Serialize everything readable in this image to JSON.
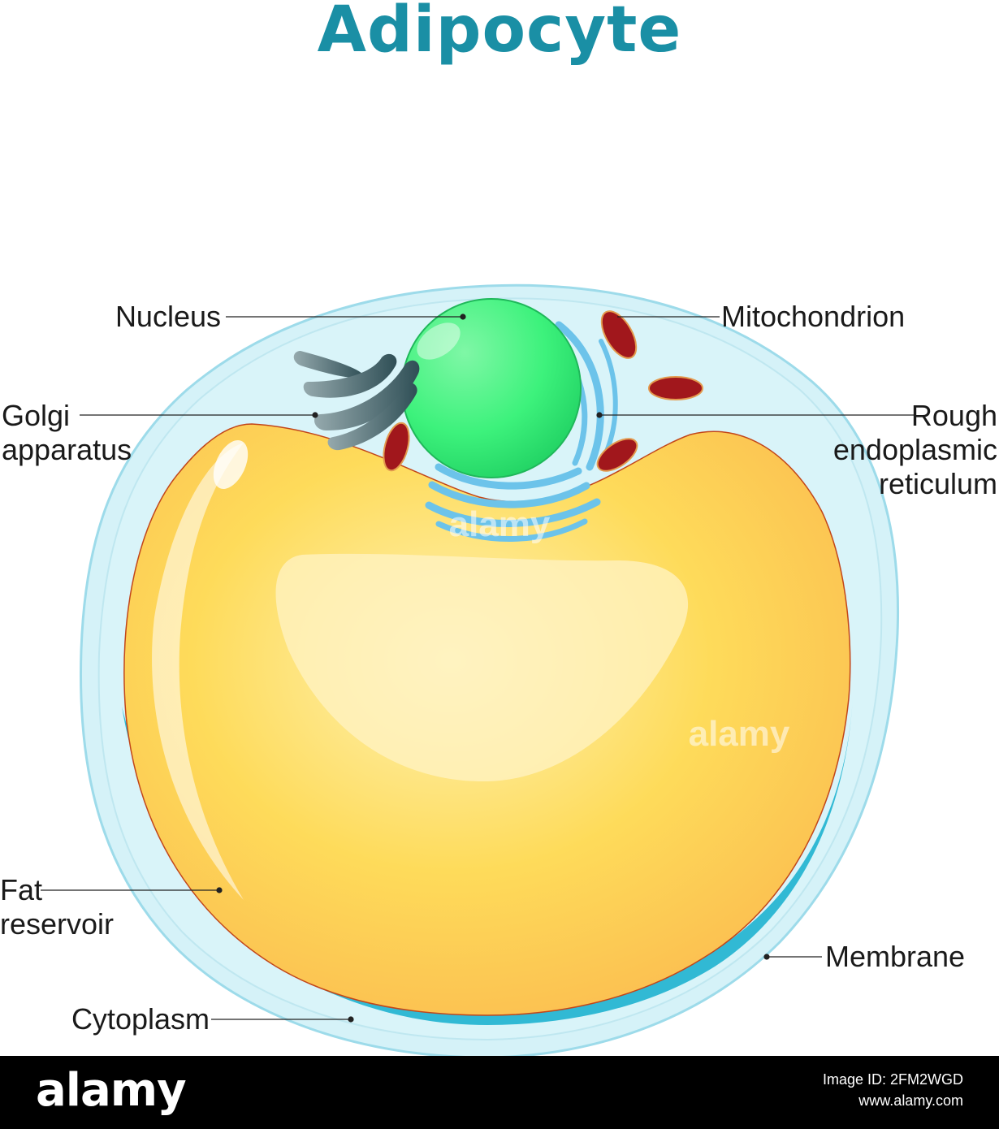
{
  "title": "Adipocyte",
  "labels": {
    "nucleus": "Nucleus",
    "mitochondrion": "Mitochondrion",
    "golgi_line1": "Golgi",
    "golgi_line2": "apparatus",
    "rer_line1": "Rough",
    "rer_line2": "endoplasmic",
    "rer_line3": "reticulum",
    "fat_line1": "Fat",
    "fat_line2": "reservoir",
    "membrane": "Membrane",
    "cytoplasm": "Cytoplasm"
  },
  "watermark": "alamy",
  "footer": {
    "brand": "alamy",
    "image_id": "Image ID: 2FM2WGD",
    "site": "www.alamy.com"
  },
  "colors": {
    "title": "#1a8fa5",
    "membrane": "#31b9d4",
    "cytoplasm": "#d8f3f9",
    "fat": "#fcc94c",
    "nucleus": "#3df27c",
    "er": "#6cc3ea",
    "golgi": "#3e5f66",
    "mitochondria": "#a1171c"
  }
}
